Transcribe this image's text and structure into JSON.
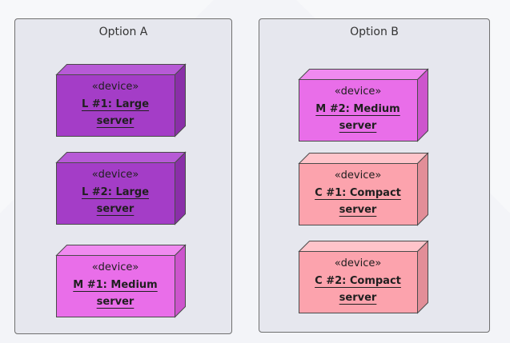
{
  "packages": [
    {
      "title": "Option A",
      "nodes": [
        {
          "stereotype": "«device»",
          "name": "L #1: Large server",
          "front": "#a43dc7",
          "top": "#b75ad6",
          "side": "#8a2fa8"
        },
        {
          "stereotype": "«device»",
          "name": "L #2: Large server",
          "front": "#a43dc7",
          "top": "#b75ad6",
          "side": "#8a2fa8"
        },
        {
          "stereotype": "«device»",
          "name": "M #1: Medium server",
          "front": "#e96ee9",
          "top": "#f08af0",
          "side": "#cd55cd"
        }
      ]
    },
    {
      "title": "Option B",
      "nodes": [
        {
          "stereotype": "«device»",
          "name": "M #2: Medium server",
          "front": "#e96ee9",
          "top": "#f08af0",
          "side": "#cd55cd"
        },
        {
          "stereotype": "«device»",
          "name": "C #1: Compact server",
          "front": "#fca3ad",
          "top": "#ffc4ca",
          "side": "#e28e98"
        },
        {
          "stereotype": "«device»",
          "name": "C #2: Compact server",
          "front": "#fca3ad",
          "top": "#ffc4ca",
          "side": "#e28e98"
        }
      ]
    }
  ]
}
